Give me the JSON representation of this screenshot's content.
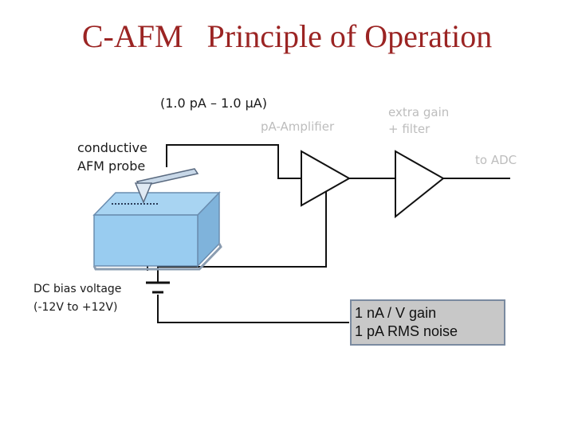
{
  "title": "C-AFM   Principle of Operation",
  "labels": {
    "current_range": "(1.0 pA – 1.0 μA)",
    "amplifier": "pA-Amplifier",
    "extra_gain_line1": "extra gain",
    "extra_gain_line2": "+ filter",
    "to_adc": "to ADC",
    "probe_line1": "conductive",
    "probe_line2": "AFM probe",
    "bias_line1": "DC bias voltage",
    "bias_line2": "(-12V to +12V)"
  },
  "specs": {
    "gain": "1 nA / V gain",
    "noise": "1 pA RMS noise"
  },
  "colors": {
    "title": "#9b2423",
    "sample_fill": "#99ccf0",
    "wire": "#111111"
  }
}
